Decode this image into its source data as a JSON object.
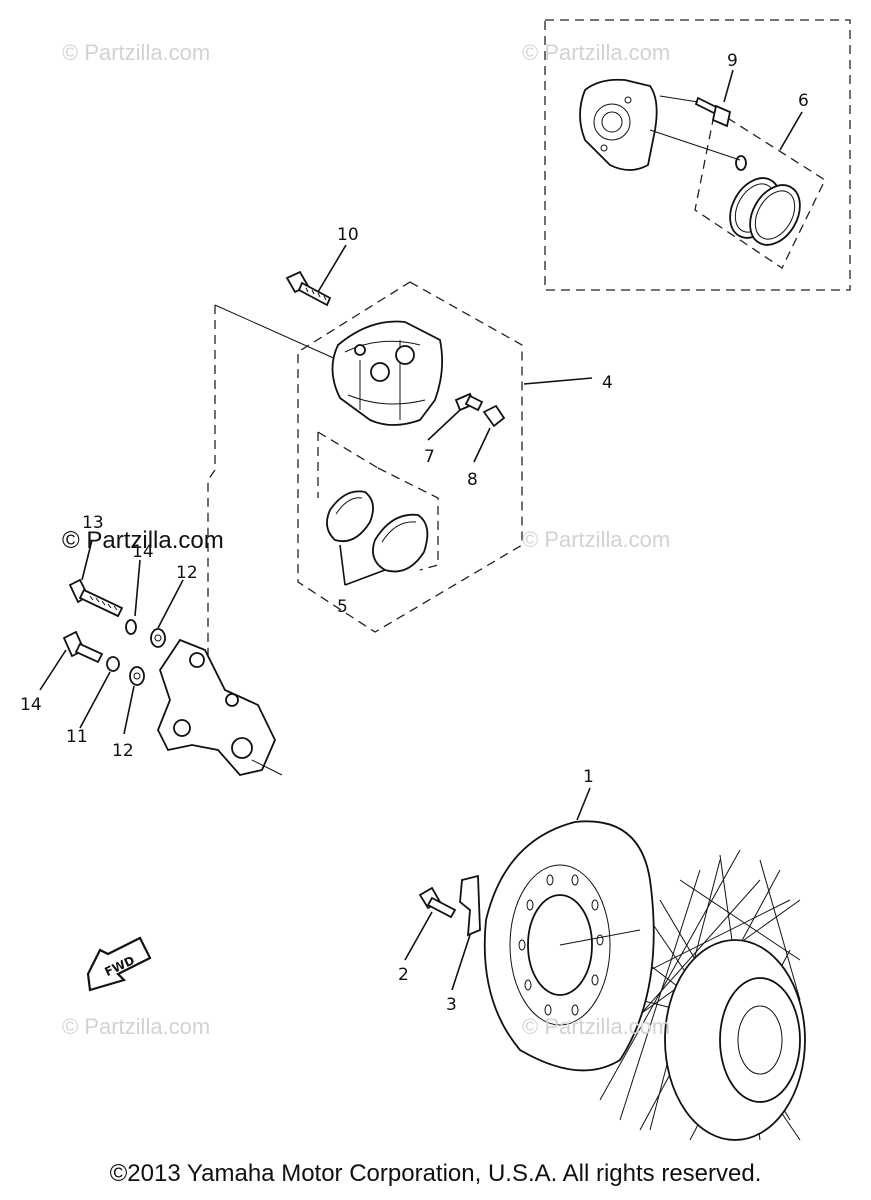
{
  "watermarks": {
    "top_left": "© Partzilla.com",
    "top_right": "© Partzilla.com",
    "middle_left": "© Partzilla.com",
    "middle_right": "© Partzilla.com",
    "bottom_left": "© Partzilla.com",
    "bottom_right": "© Partzilla.com"
  },
  "callouts": {
    "c1": "1",
    "c2": "2",
    "c3": "3",
    "c4": "4",
    "c5": "5",
    "c6": "6",
    "c7": "7",
    "c8": "8",
    "c9": "9",
    "c10": "10",
    "c11": "11",
    "c12a": "12",
    "c12b": "12",
    "c13": "13",
    "c14a": "14",
    "c14b": "14"
  },
  "fwd_label": "FWD",
  "copyright": "©2013 Yamaha Motor Corporation, U.S.A. All rights reserved."
}
